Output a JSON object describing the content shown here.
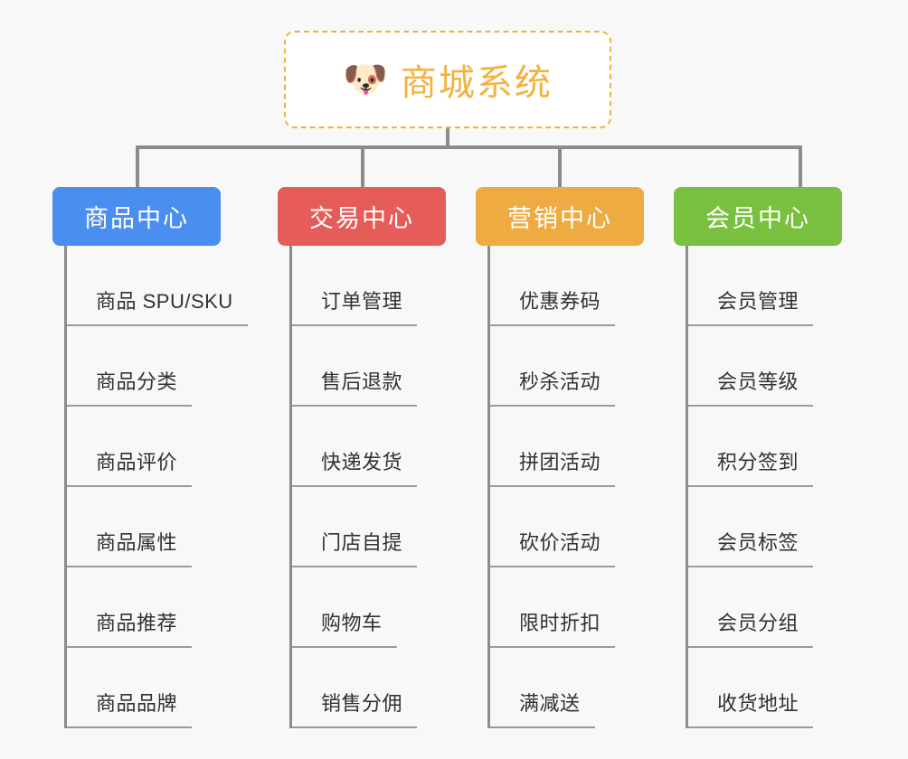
{
  "canvas": {
    "background": "#f8f8f8",
    "connector_color": "#8c8c8c"
  },
  "root": {
    "icon": "dog-face-icon",
    "emoji": "🐶",
    "title": "商城系统",
    "text_color": "#f3b23f",
    "border_color": "#f0b23c",
    "background": "#ffffff"
  },
  "columns": [
    {
      "id": "product-center",
      "label": "商品中心",
      "color": "#4a8ef0",
      "items": [
        {
          "label": "商品 SPU/SKU"
        },
        {
          "label": "商品分类"
        },
        {
          "label": "商品评价"
        },
        {
          "label": "商品属性"
        },
        {
          "label": "商品推荐"
        },
        {
          "label": "商品品牌"
        }
      ]
    },
    {
      "id": "trade-center",
      "label": "交易中心",
      "color": "#e65c58",
      "items": [
        {
          "label": "订单管理"
        },
        {
          "label": "售后退款"
        },
        {
          "label": "快递发货"
        },
        {
          "label": "门店自提"
        },
        {
          "label": "购物车"
        },
        {
          "label": "销售分佣"
        }
      ]
    },
    {
      "id": "marketing-center",
      "label": "营销中心",
      "color": "#eeab42",
      "items": [
        {
          "label": "优惠券码"
        },
        {
          "label": "秒杀活动"
        },
        {
          "label": "拼团活动"
        },
        {
          "label": "砍价活动"
        },
        {
          "label": "限时折扣"
        },
        {
          "label": "满减送"
        }
      ]
    },
    {
      "id": "member-center",
      "label": "会员中心",
      "color": "#79c03f",
      "items": [
        {
          "label": "会员管理"
        },
        {
          "label": "会员等级"
        },
        {
          "label": "积分签到"
        },
        {
          "label": "会员标签"
        },
        {
          "label": "会员分组"
        },
        {
          "label": "收货地址"
        }
      ]
    }
  ]
}
